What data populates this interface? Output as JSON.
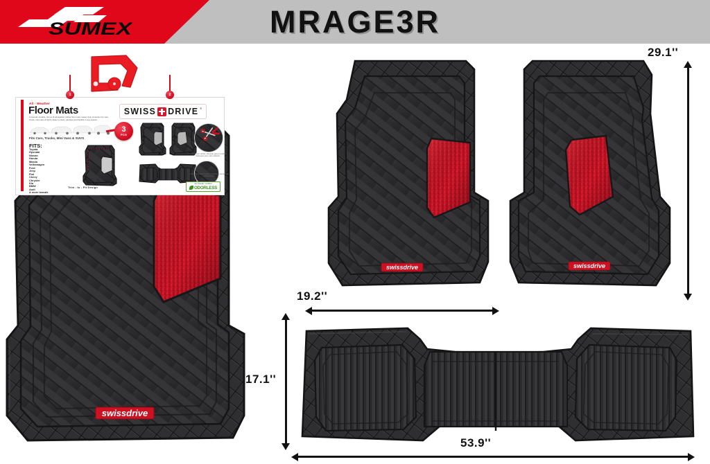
{
  "header": {
    "brand": "SUMEX",
    "brand_logo_icon": "sumex-swoosh-logo",
    "title": "MRAGE3R",
    "banner_color": "#e1071b",
    "bar_color": "#bfbfbf"
  },
  "package": {
    "eyebrow": "All - Weather",
    "title": "Floor Mats",
    "description": "Universal, durable, trim-to-fit all-weather rubber floor mats. Heavy duty protection for cars, trucks, mini vans & SUVs. Easy to clean, odorless and flexible in any season.",
    "fits_line": "Fits Cars, Trucks, Mini Vans & SUVS",
    "fits_heading": "FITS:",
    "fits_brands": [
      "Toyota",
      "Hyundai",
      "Nissan",
      "Honda",
      "Mazda",
      "Volkswagen",
      "Ford",
      "Jeep",
      "Fiat",
      "Chevy",
      "Chrysler",
      "Kia",
      "BMW",
      "Audi",
      "& more brands"
    ],
    "pcs_badge": {
      "count": "3",
      "unit": "PCS"
    },
    "brand_logo": {
      "word_left": "SWISS",
      "word_right": "DRIVE",
      "emblem_icon": "swiss-cross-emblem",
      "registered": "®"
    },
    "trim_to_fit": "Trim - to - Fit Design",
    "detail_scissors_caption": "Trim to fit your vehicle. Recortar para su vehículo. Découpez pour votre véhicule.",
    "detail_texture_caption": "Anti-slip textured surface. Superficie texturizada antideslizante.",
    "eco_badge": {
      "top_text": "Eco friendly / certified",
      "label": "ODORLESS",
      "icon": "leaf-icon"
    },
    "hang_tags": [
      "1",
      "2"
    ]
  },
  "mats": {
    "front_left_large": {
      "name": "Front driver mat",
      "logo": "swissdrive",
      "logo_reg": "®",
      "heel_pad_color": "#c8102e"
    },
    "front_mid": {
      "name": "Front mat",
      "logo": "swissdrive",
      "logo_reg": "®",
      "heel_pad_color": "#c8102e"
    },
    "front_right": {
      "name": "Front passenger mat",
      "logo": "swissdrive",
      "logo_reg": "®",
      "heel_pad_color": "#c8102e"
    },
    "rear_runner": {
      "name": "Rear runner mat"
    },
    "rubber_color": "#2e2e30"
  },
  "dimensions": {
    "height_front": "29.1''",
    "width_front": "19.2''",
    "height_rear": "17.1''",
    "width_rear": "53.9''"
  }
}
